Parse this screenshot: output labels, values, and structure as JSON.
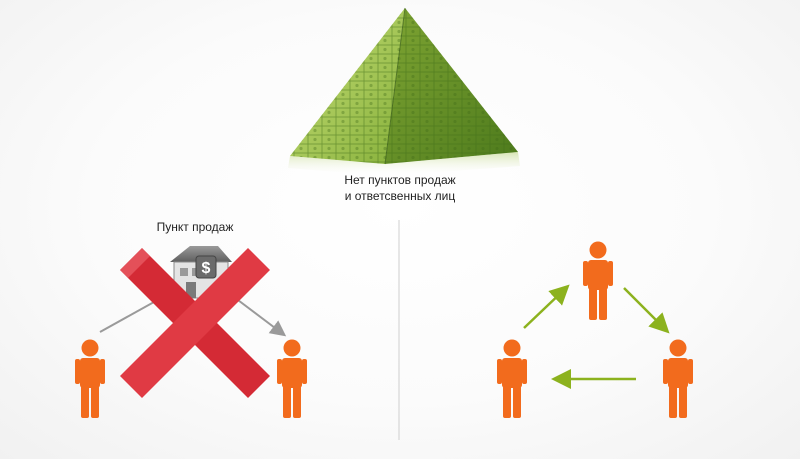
{
  "pyramid": {
    "caption_line1": "Нет пунктов продаж",
    "caption_line2": "и ответсвенных лиц"
  },
  "left_scheme": {
    "shop_label": "Пункт продаж",
    "house_symbol": "$",
    "cross_color": "#d42a35",
    "person_color": "#f26b1d",
    "arrow_color": "#9a9a9a"
  },
  "right_scheme": {
    "person_color": "#f26b1d",
    "arrow_color": "#8cb21e"
  },
  "divider_color": "#cfcfcf"
}
